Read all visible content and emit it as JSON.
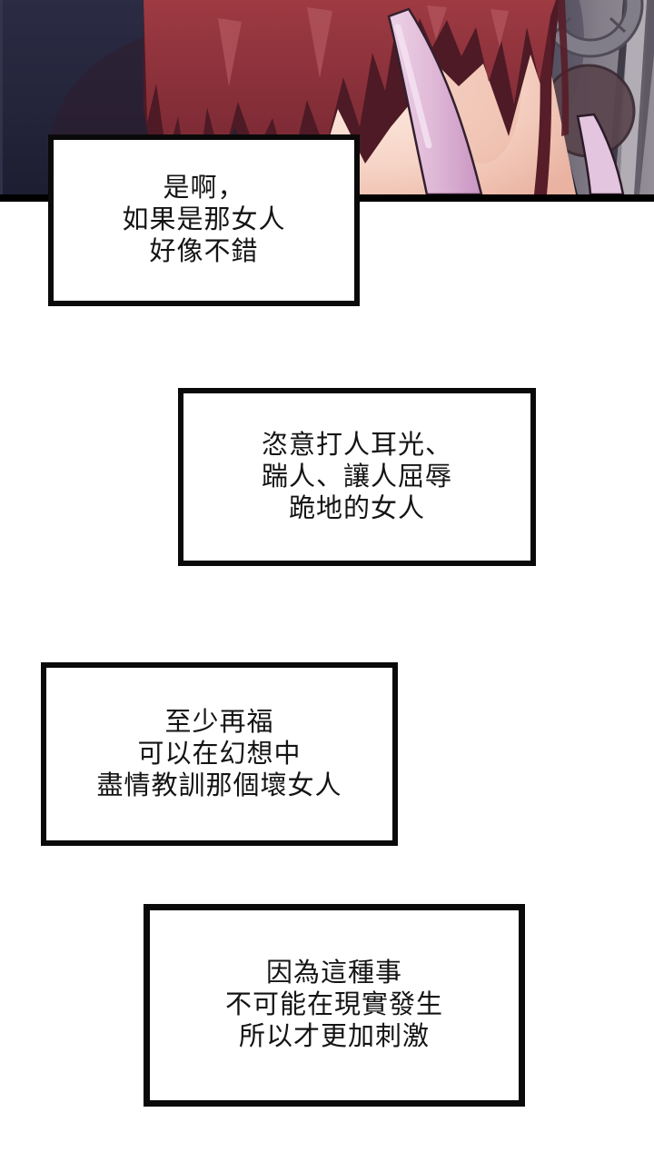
{
  "page": {
    "kind": "comic-page",
    "background_color": "#ffffff"
  },
  "illustration": {
    "alt": "woman-back-shoulder-red-hair-pink-camisole",
    "colors": {
      "wall_left_navy": "#24243a",
      "wall_right_gray": "#8e8893",
      "wall_light_band": "#b2acb4",
      "hair_red": "#8c2f3a",
      "hair_dark": "#4e1a25",
      "hair_highlight": "#b0525a",
      "skin_base": "#f6d5c8",
      "skin_highlight": "#fdece3",
      "skin_shadow": "#ecb5a4",
      "strap_pink": "#dfb7d6",
      "strap_highlight": "#f3e0ef",
      "panel_border": "#000000",
      "ring_gray": "#827e89",
      "dark_circle": "#5a454e"
    }
  },
  "speech_boxes": [
    {
      "lines": [
        "是啊，",
        "如果是那女人",
        "好像不錯"
      ]
    },
    {
      "lines": [
        "恣意打人耳光、",
        "踹人、讓人屈辱",
        "跪地的女人"
      ]
    },
    {
      "lines": [
        "至少再福",
        "可以在幻想中",
        "盡情教訓那個壞女人"
      ]
    },
    {
      "lines": [
        "因為這種事",
        "不可能在現實發生",
        "所以才更加刺激"
      ]
    }
  ]
}
